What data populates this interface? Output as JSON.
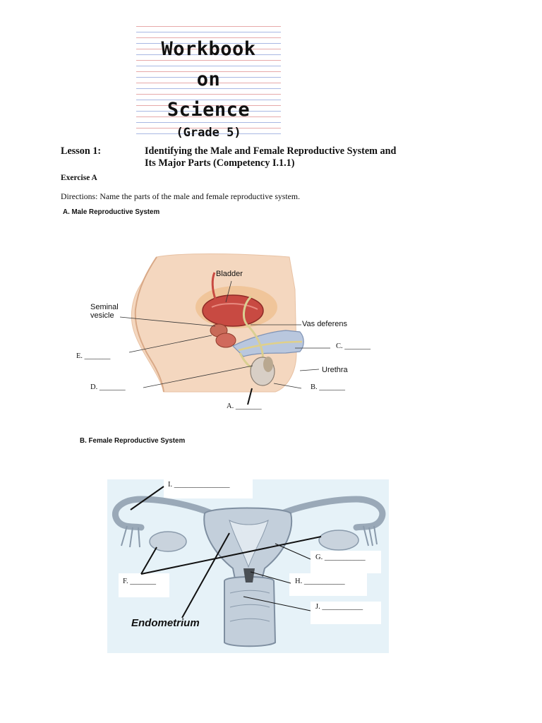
{
  "banner": {
    "line1": "Workbook",
    "line2": "on",
    "line3": "Science",
    "line4": "(Grade 5)"
  },
  "lesson": {
    "label": "Lesson 1:",
    "title_line1": "Identifying the Male and Female Reproductive System and",
    "title_line2": "Its Major Parts (Competency I.1.1)"
  },
  "exercise": {
    "heading": "Exercise A",
    "directions": "Directions:  Name the parts of the male and female reproductive system."
  },
  "male": {
    "heading": "A.  Male Reproductive System",
    "labels": {
      "bladder": "Bladder",
      "seminal_1": "Seminal",
      "seminal_2": "vesicle",
      "vas_deferens": "Vas deferens",
      "urethra": "Urethra"
    },
    "blanks": {
      "a": "A. _______",
      "b": "B. _______",
      "c": "C. _______",
      "d": "D. _______",
      "e": "E. _______"
    }
  },
  "female": {
    "heading": "B. Female Reproductive System",
    "endometrium": "Endometrium",
    "blanks": {
      "i": "I. _______________",
      "g": "G. ___________",
      "f": "F. _______",
      "h": "H. ___________",
      "j": "J. ___________"
    }
  }
}
